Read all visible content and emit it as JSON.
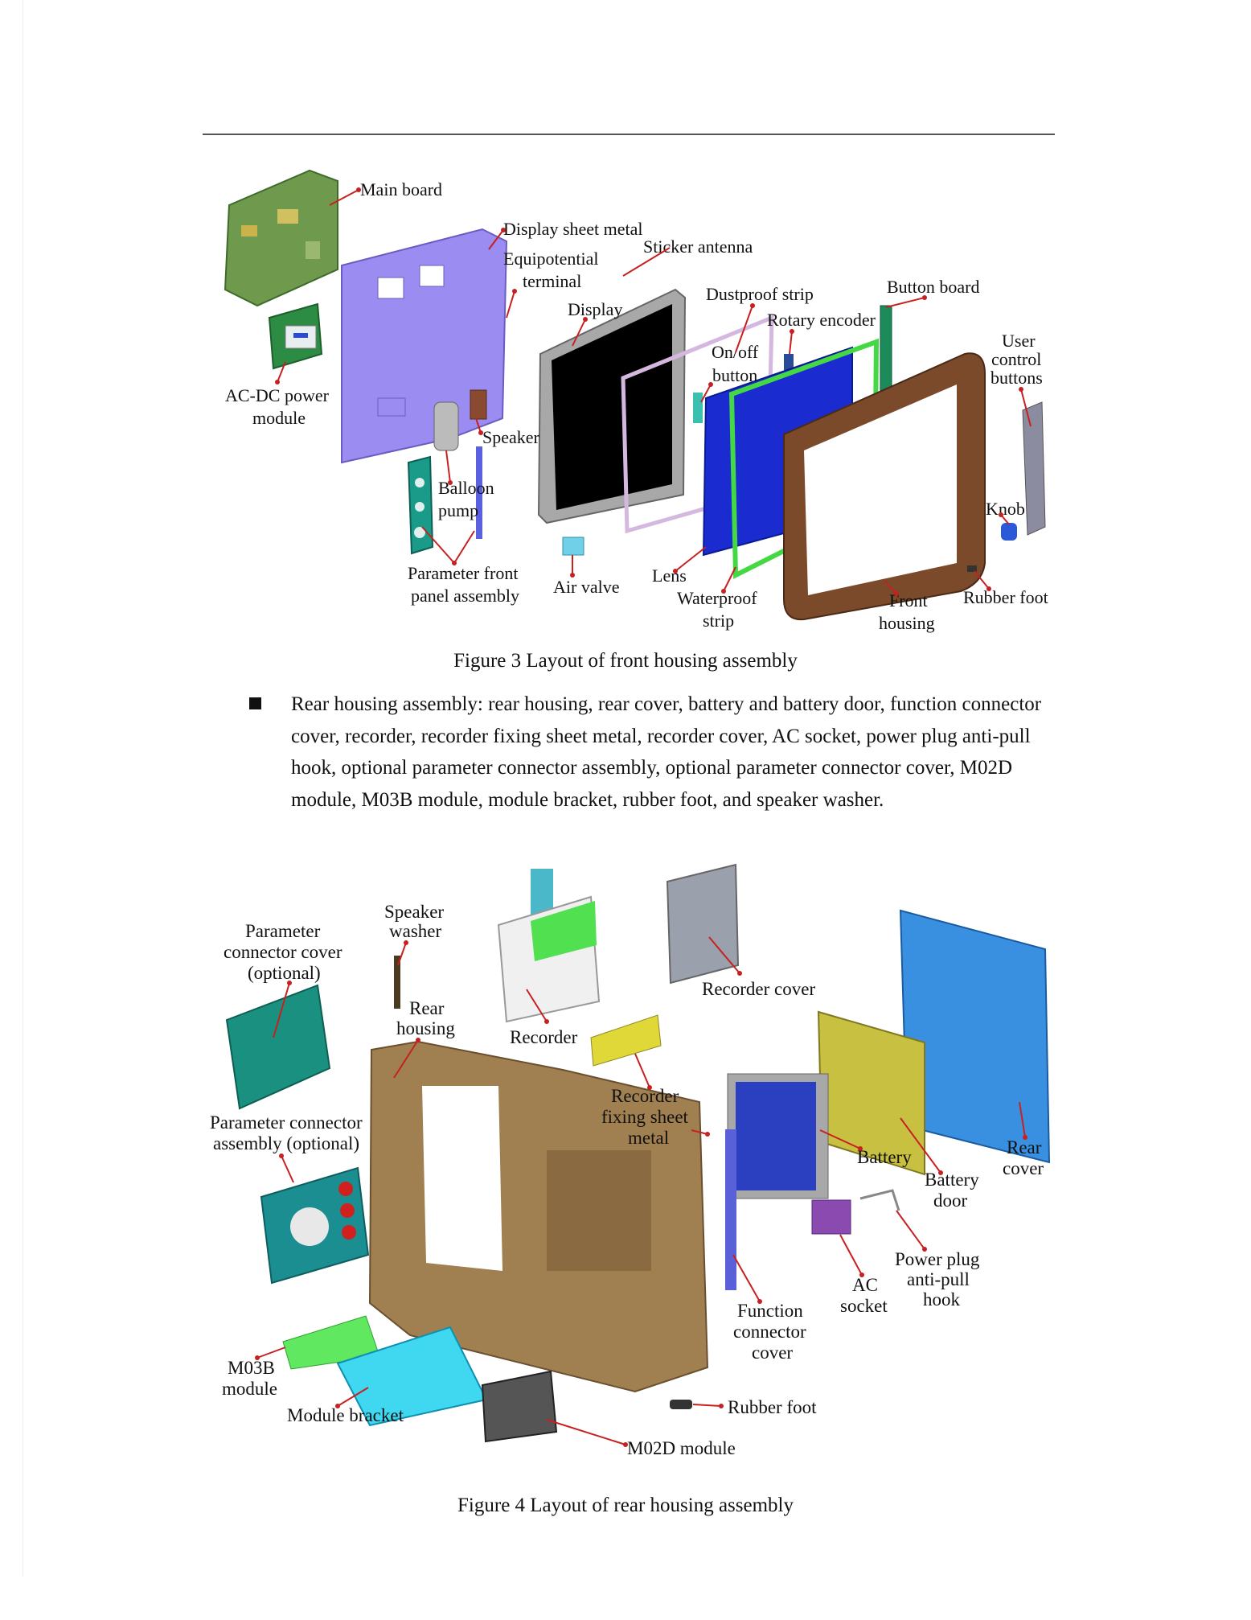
{
  "figure3": {
    "caption": "Figure 3 Layout of front housing assembly",
    "labels": {
      "main_board": "Main board",
      "display_sheet_metal": "Display sheet metal",
      "sticker_antenna": "Sticker antenna",
      "equipotential_1": "Equipotential",
      "equipotential_2": "terminal",
      "display": "Display",
      "dustproof_strip": "Dustproof strip",
      "button_board": "Button board",
      "rotary_encoder": "Rotary encoder",
      "user_control_1": "User",
      "user_control_2": "control",
      "user_control_3": "buttons",
      "onoff_1": "On/off",
      "onoff_2": "button",
      "acdc_1": "AC-DC power",
      "acdc_2": "module",
      "speaker": "Speaker",
      "balloon_1": "Balloon",
      "balloon_2": "pump",
      "knob": "Knob",
      "param_front_1": "Parameter front",
      "param_front_2": "panel assembly",
      "air_valve": "Air valve",
      "lens": "Lens",
      "waterproof_1": "Waterproof",
      "waterproof_2": "strip",
      "front_housing_1": "Front",
      "front_housing_2": "housing",
      "rubber_foot": "Rubber foot"
    }
  },
  "bullet": {
    "text": "Rear housing assembly: rear housing, rear cover, battery and battery door, function connector cover, recorder, recorder fixing sheet metal, recorder cover, AC socket, power plug anti-pull hook, optional parameter connector assembly, optional parameter connector cover, M02D module, M03B module, module bracket, rubber foot, and speaker washer."
  },
  "figure4": {
    "caption": "Figure 4 Layout of rear housing assembly",
    "labels": {
      "param_cover_1": "Parameter",
      "param_cover_2": "connector cover",
      "param_cover_3": "(optional)",
      "speaker_washer_1": "Speaker",
      "speaker_washer_2": "washer",
      "recorder_cover": "Recorder cover",
      "rear_housing_1": "Rear",
      "rear_housing_2": "housing",
      "recorder": "Recorder",
      "recorder_fix_1": "Recorder",
      "recorder_fix_2": "fixing sheet",
      "recorder_fix_3": "metal",
      "param_assy_1": "Parameter connector",
      "param_assy_2": "assembly (optional)",
      "battery": "Battery",
      "rear_cover_1": "Rear",
      "rear_cover_2": "cover",
      "battery_door_1": "Battery",
      "battery_door_2": "door",
      "power_plug_1": "Power plug",
      "power_plug_2": "anti-pull",
      "power_plug_3": "hook",
      "ac_socket_1": "AC",
      "ac_socket_2": "socket",
      "function_1": "Function",
      "function_2": "connector",
      "function_3": "cover",
      "m03b_1": "M03B",
      "m03b_2": "module",
      "module_bracket": "Module bracket",
      "rubber_foot": "Rubber foot",
      "m02d": "M02D module"
    }
  },
  "colors": {
    "leader": "#c82020",
    "main_board": "#6f9a4e",
    "sheet_metal": "#9a8cf0",
    "display_screen": "#000000",
    "lens": "#1a2cd0",
    "front_housing": "#7a4a2a",
    "waterproof_strip": "#44d844",
    "rear_housing": "#a08050",
    "rear_cover": "#3a90e0",
    "battery_door": "#c8c040",
    "param_assembly": "#1a9090",
    "module_bracket": "#40d8f0",
    "m03b_module": "#60e860"
  }
}
